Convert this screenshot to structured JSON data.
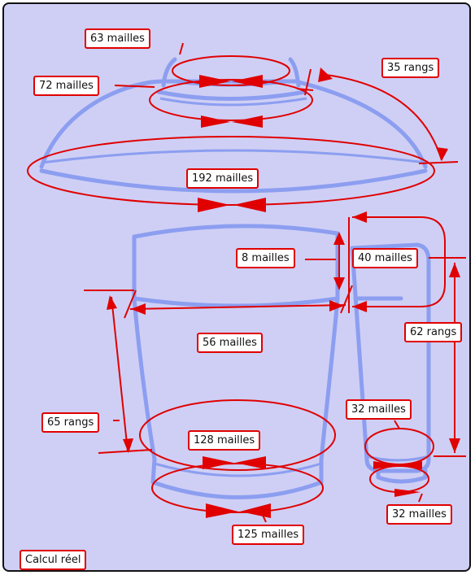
{
  "labels": {
    "lid_top": "63 mailles",
    "lid_neck": "72 mailles",
    "lid_rows": "35 rangs",
    "lid_brim": "192 mailles",
    "cup_top": "8 mailles",
    "cup_circ": "56 mailles",
    "cup_rows": "65 rangs",
    "cup_base_in": "128 mailles",
    "cup_base_out": "125 mailles",
    "handle_top": "40 mailles",
    "handle_rows": "62 rangs",
    "handle_bottom_in": "32 mailles",
    "handle_bottom_out": "32 mailles"
  },
  "footer": {
    "mode_label": "Calcul réel"
  },
  "colors": {
    "background": "#cfcff5",
    "knit": "#8c9ef0",
    "measure": "#e00000",
    "label_border": "#e00000"
  }
}
